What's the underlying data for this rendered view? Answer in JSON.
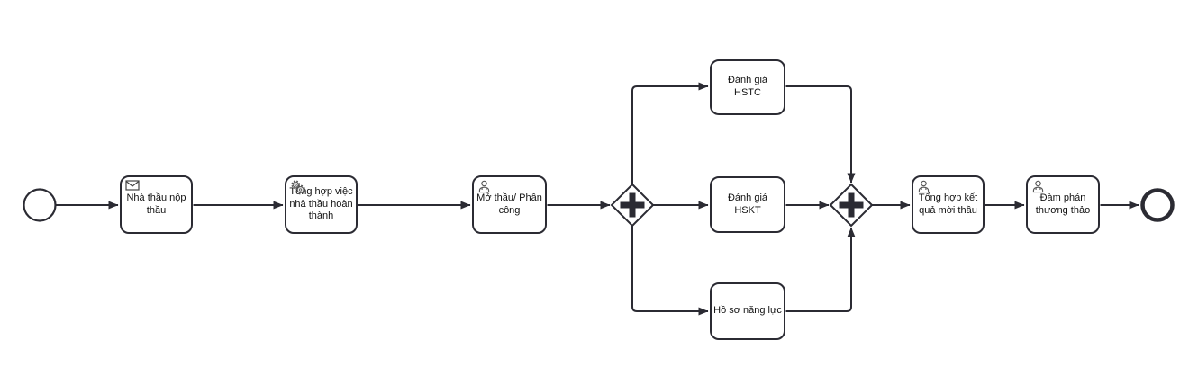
{
  "diagram": {
    "type": "bpmn-process-flow",
    "colors": {
      "stroke": "#2b2b33",
      "shape_fill": "#ffffff",
      "text": "#111111",
      "canvas": "#ffffff",
      "icon": "#555555"
    },
    "start_event": {
      "kind": "start",
      "label": ""
    },
    "end_event": {
      "kind": "end",
      "label": ""
    },
    "tasks": [
      {
        "label": "Nhà thầu nộp thầu",
        "icon": "message-icon"
      },
      {
        "label": "Tổng hợp việc nhà thầu hoàn thành",
        "icon": "service-icon"
      },
      {
        "label": "Mở thầu/ Phân công",
        "icon": "user-icon"
      },
      {
        "label": "Đánh giá HSTC",
        "icon": ""
      },
      {
        "label": "Đánh giá HSKT",
        "icon": ""
      },
      {
        "label": "Hồ sơ năng lực",
        "icon": ""
      },
      {
        "label": "Tổng hợp kết quả mời thầu",
        "icon": "user-icon"
      },
      {
        "label": "Đàm phán thương thảo",
        "icon": "user-icon"
      }
    ],
    "gateways": [
      {
        "type": "parallel",
        "symbol": "+",
        "role": "split"
      },
      {
        "type": "parallel",
        "symbol": "+",
        "role": "join"
      }
    ]
  }
}
